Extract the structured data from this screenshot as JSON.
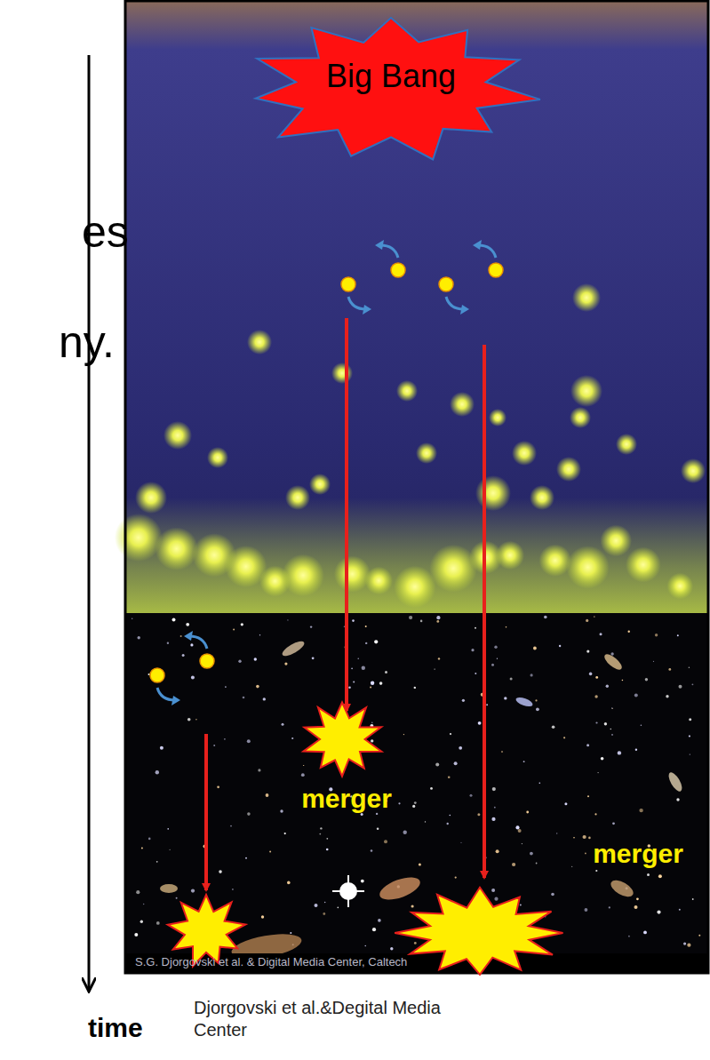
{
  "diagram": {
    "nodes": [
      {
        "text": [
          "Big Bang"
        ]
      },
      {
        "text": [
          "merger"
        ]
      },
      {
        "text": [
          "merger"
        ]
      }
    ],
    "labels": [
      "es",
      "ny.",
      "time",
      "S.G. Djorgovski et al. & Digital Media Center, Caltech",
      "Djorgovski et al.&Degital Media Center"
    ]
  }
}
